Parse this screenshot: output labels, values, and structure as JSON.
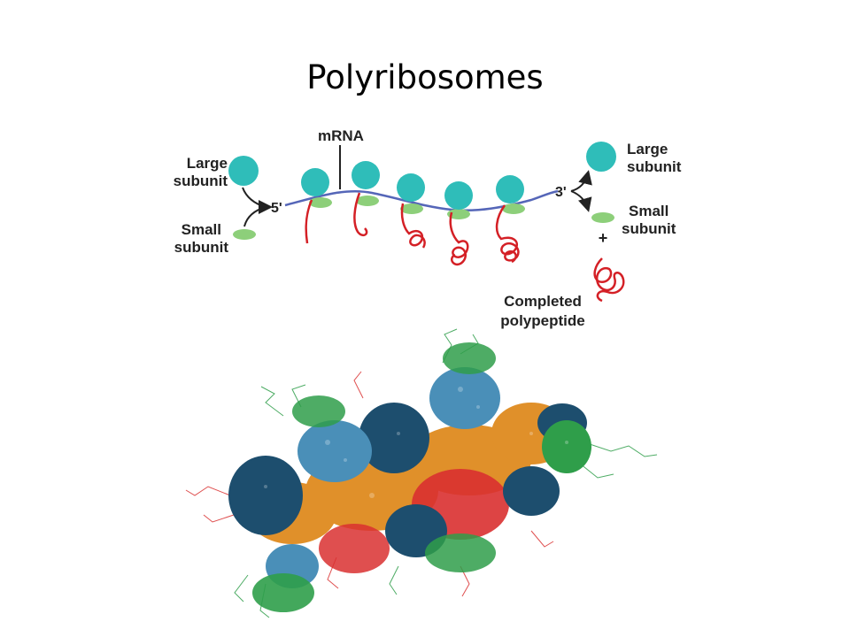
{
  "slide": {
    "title": "Polyribosomes"
  },
  "diagram": {
    "mrna_label": "mRNA",
    "five_prime": "5'",
    "three_prime": "3'",
    "left_large_line1": "Large",
    "left_large_line2": "subunit",
    "left_small_line1": "Small",
    "left_small_line2": "subunit",
    "right_large_line1": "Large",
    "right_large_line2": "subunit",
    "right_small_line1": "Small",
    "right_small_line2": "subunit",
    "plus": "+",
    "completed_line1": "Completed",
    "completed_line2": "polypeptide"
  },
  "colors": {
    "large_subunit": "#2fbdb9",
    "small_subunit": "#8dcf7a",
    "mrna": "#5566b8",
    "polypeptide": "#d42026",
    "structure_dark_blue": "#1d4e6e",
    "structure_light_blue": "#4a8fb8",
    "structure_orange": "#e0902a",
    "structure_red": "#d93030",
    "structure_green": "#2f9e4a"
  },
  "image": {
    "description_icon": "polyribosome-3d-structure"
  }
}
